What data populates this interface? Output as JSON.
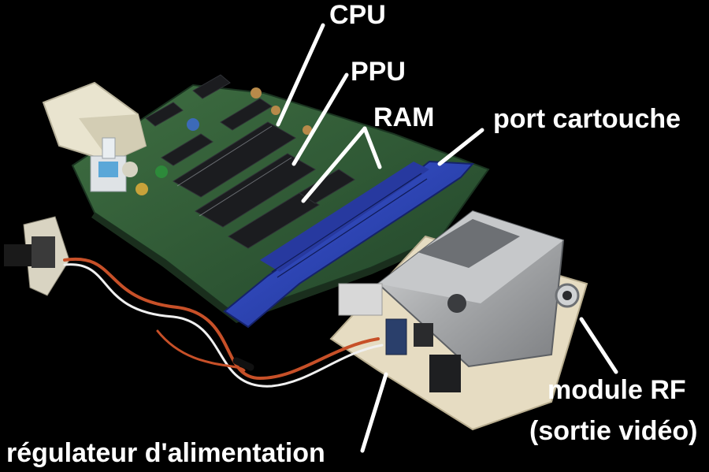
{
  "labels": {
    "cpu": "CPU",
    "ppu": "PPU",
    "ram": "RAM",
    "cartridge_port": "port cartouche",
    "rf_module_line1": "module RF",
    "rf_module_line2": "(sortie vidéo)",
    "power_regulator": "régulateur d'alimentation"
  },
  "colors": {
    "background": "#000000",
    "label_text": "#ffffff",
    "pcb_green": "#2f5a34",
    "connector_blue": "#2b45b8",
    "metal_shield": "#b9bbbd",
    "beige_board": "#e8dfc7"
  }
}
